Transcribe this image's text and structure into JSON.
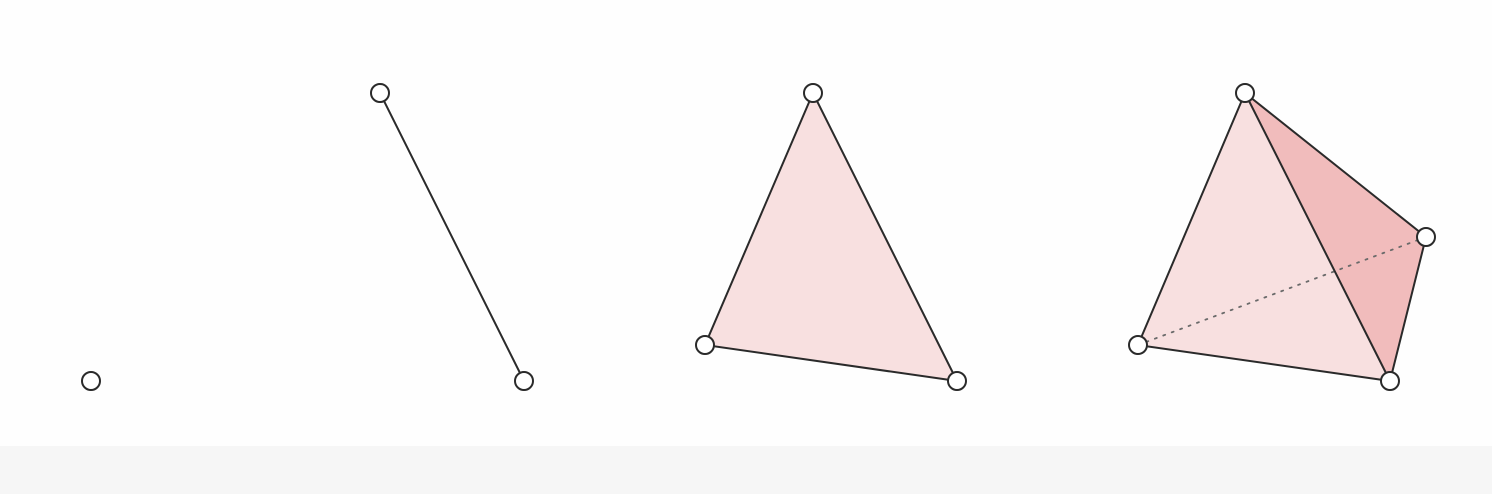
{
  "colors": {
    "background": "#fefefe",
    "bottom_band": "#f6f6f6",
    "edge": "#2a2a2a",
    "vertex_fill": "#ffffff",
    "face_light": "#f8e0e0",
    "face_dark": "#f1bcbc"
  },
  "shapes": [
    {
      "name": "point",
      "vertices": 1
    },
    {
      "name": "segment",
      "vertices": 2
    },
    {
      "name": "triangle",
      "vertices": 3
    },
    {
      "name": "tetrahedron",
      "vertices": 4
    }
  ]
}
